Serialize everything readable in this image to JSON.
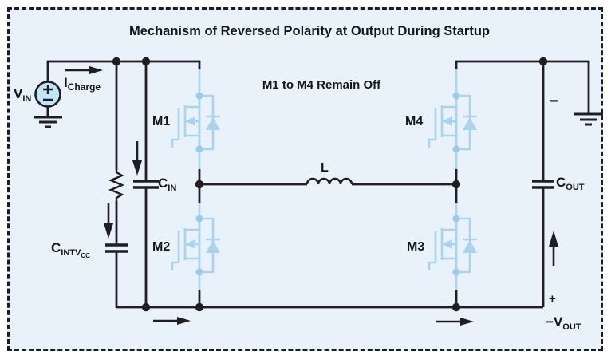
{
  "title": "Mechanism of Reversed Polarity at Output During Startup",
  "note": "M1 to M4 Remain Off",
  "colors": {
    "canvas_background": "#e9f1fa",
    "outer_background": "#ffffff",
    "wire": "#1e1e24",
    "off_mosfet_blue": "#abd3ee",
    "junction_blue": "#9ccbe9",
    "source_fill": "#c2e4f5",
    "text": "#14141f"
  },
  "labels": {
    "vin": {
      "main": "V",
      "sub": "IN"
    },
    "icharge": {
      "main": "I",
      "sub": "Charge"
    },
    "m1": "M1",
    "m2": "M2",
    "m3": "M3",
    "m4": "M4",
    "cin": {
      "main": "C",
      "sub": "IN"
    },
    "cintvcc": {
      "main": "C",
      "sub": "INTV",
      "subsub": "CC"
    },
    "cout": {
      "main": "C",
      "sub": "OUT"
    },
    "inductor": "L",
    "output_minus": "−",
    "output_plus": "+",
    "vout": {
      "prefix": "−",
      "main": "V",
      "sub": "OUT"
    }
  }
}
